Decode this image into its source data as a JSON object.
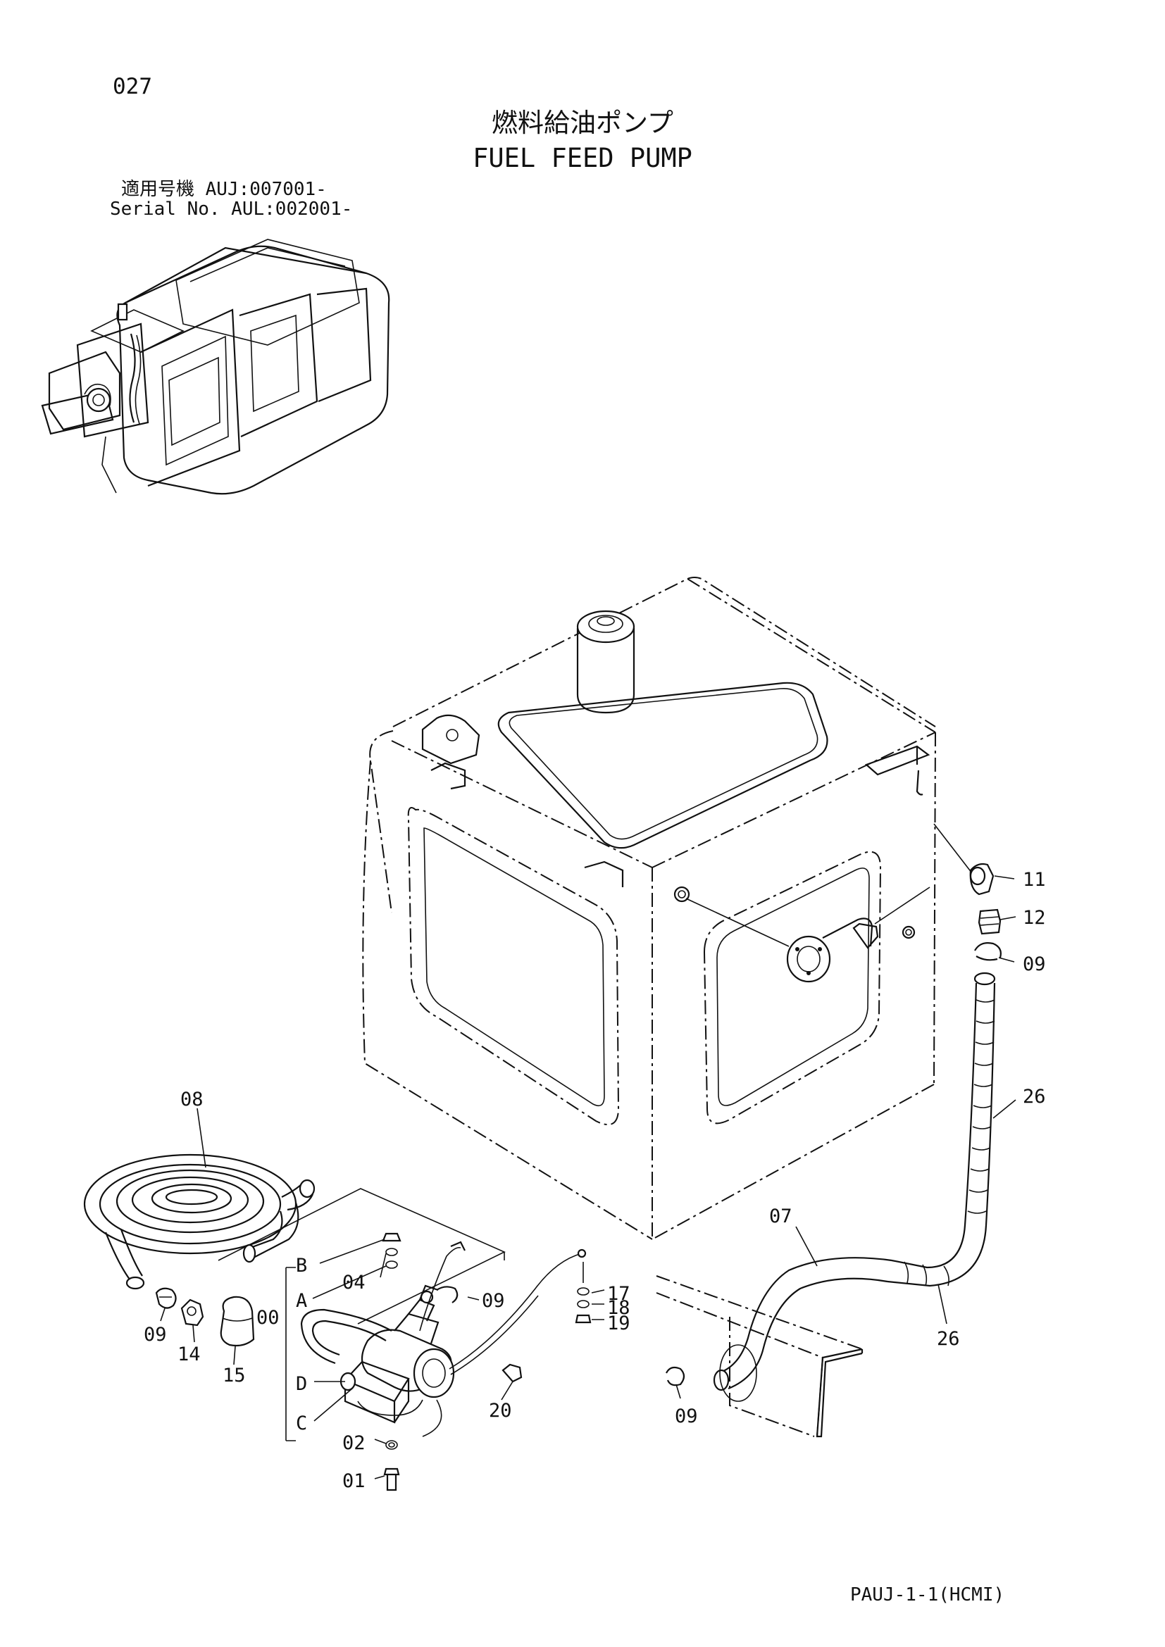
{
  "page_number": "027",
  "title_jp": "燃料給油ポンプ",
  "title_en": "FUEL FEED PUMP",
  "serial_line1": "適用号機  AUJ:007001-",
  "serial_line2": "Serial No. AUL:002001-",
  "footer_code": "PAUJ-1-1(HCMI)",
  "callouts": {
    "c11": "11",
    "c12": "12",
    "c09a": "09",
    "c26a": "26",
    "c26b": "26",
    "c07": "07",
    "c08": "08",
    "c09b": "09",
    "c14": "14",
    "c15": "15",
    "c00": "00",
    "cB": "B",
    "c04": "04",
    "cA": "A",
    "c09c": "09",
    "cD": "D",
    "cC": "C",
    "c02": "02",
    "c01": "01",
    "c17": "17",
    "c18": "18",
    "c19": "19",
    "c20": "20",
    "c09d": "09"
  }
}
